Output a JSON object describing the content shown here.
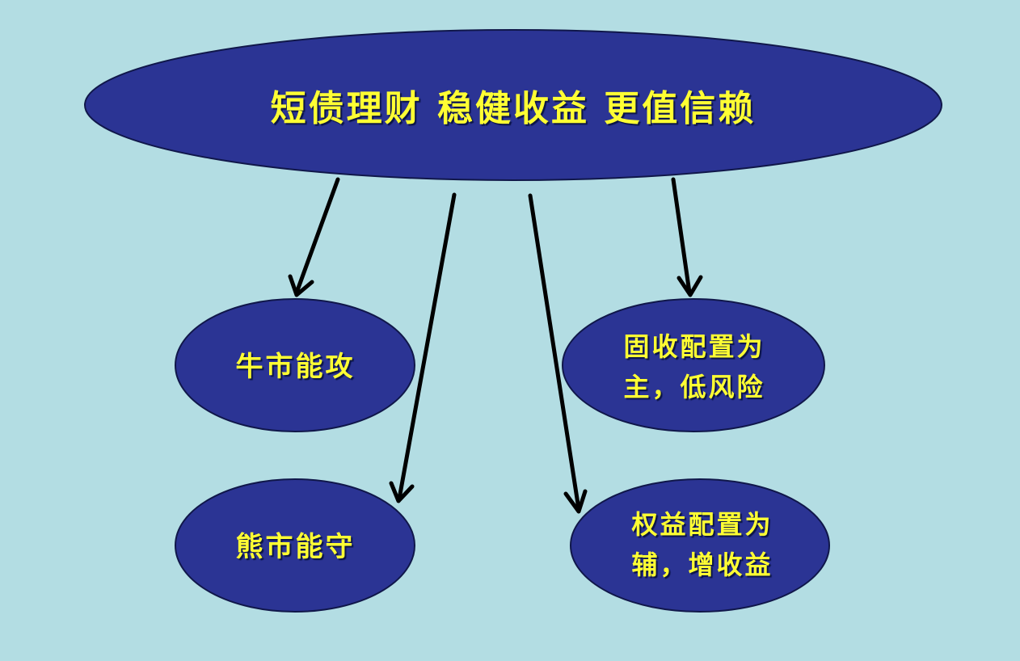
{
  "diagram": {
    "main": "短债理财 稳健收益 更值信赖",
    "nodes": {
      "bull": "牛市能攻",
      "bear": "熊市能守",
      "fixed_income": "固收配置为\n主，低风险",
      "equity": "权益配置为\n辅，增收益"
    },
    "colors": {
      "background": "#b3dde3",
      "ellipse_fill": "#2b3494",
      "ellipse_stroke": "#10174a",
      "text": "#ffff33",
      "arrow": "#000000"
    }
  }
}
